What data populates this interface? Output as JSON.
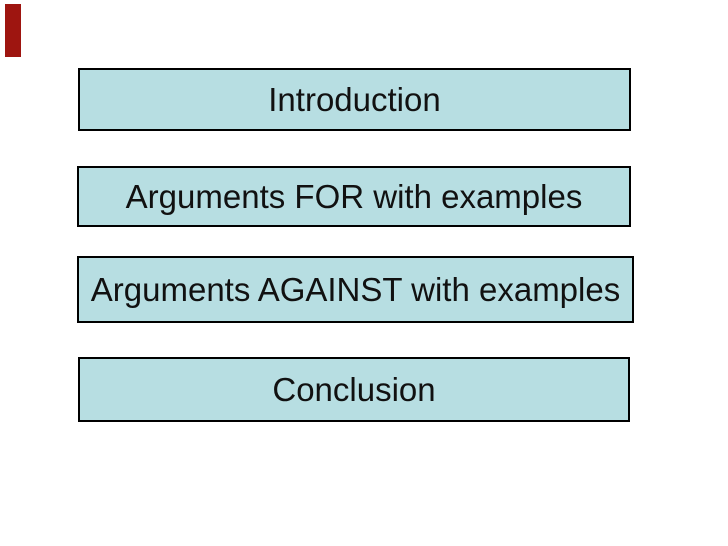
{
  "slide": {
    "boxes": [
      {
        "label": "Introduction"
      },
      {
        "label": "Arguments FOR with examples"
      },
      {
        "label": "Arguments AGAINST with examples"
      },
      {
        "label": "Conclusion"
      }
    ]
  },
  "colors": {
    "page-bg": "#ffffff",
    "box-fill": "#b7dee2",
    "box-border": "#000000",
    "box-text": "#111111",
    "accent-red": "#9e1510"
  }
}
